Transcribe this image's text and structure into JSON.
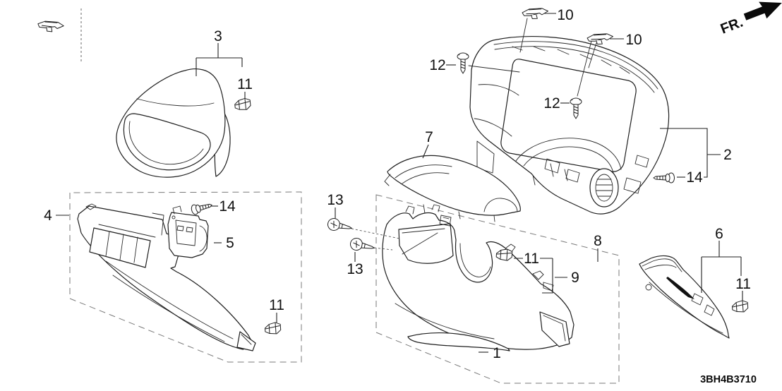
{
  "page": {
    "background_color": "#ffffff",
    "ink_color": "#1f1f1f",
    "dash_color": "#7a7a7a"
  },
  "orientation": {
    "label": "FR."
  },
  "footer": {
    "diagram_code": "3BH4B3710"
  },
  "callouts": {
    "n1": "1",
    "n2": "2",
    "n3": "3",
    "n4": "4",
    "n5": "5",
    "n6": "6",
    "n7": "7",
    "n8": "8",
    "n9": "9",
    "n10a": "10",
    "n10b": "10",
    "n11a": "11",
    "n11b": "11",
    "n11c": "11",
    "n11d": "11",
    "n12a": "12",
    "n12b": "12",
    "n13a": "13",
    "n13b": "13",
    "n14a": "14",
    "n14b": "14"
  }
}
